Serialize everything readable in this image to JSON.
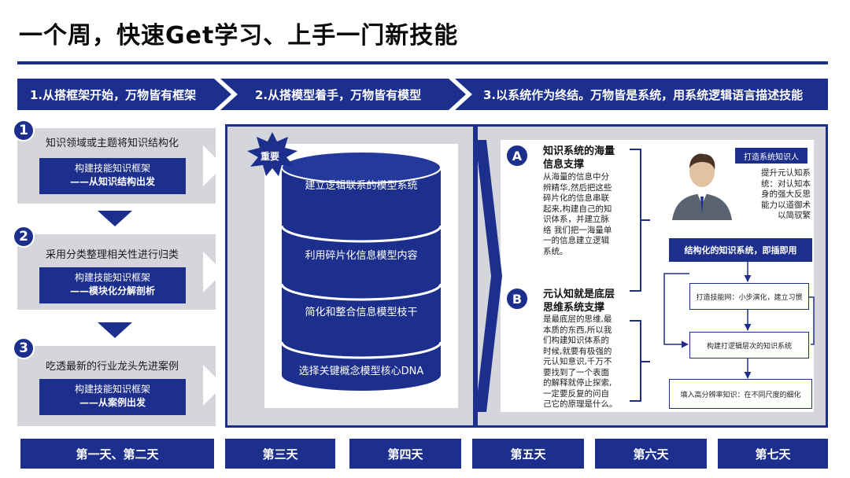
{
  "title": "一个周，快速Get学习、上手一门新技能",
  "phases": [
    "1.从搭框架开始，万物皆有框架",
    "2.从搭模型着手，万物皆有模型",
    "3.以系统作为终结。万物皆是系统，用系统逻辑语言描述技能"
  ],
  "steps": [
    {
      "num": "1",
      "text": "知识领域或主题将知识结构化",
      "box_line1": "构建技能知识框架",
      "box_line2": "——从知识结构出发"
    },
    {
      "num": "2",
      "text": "采用分类整理相关性进行归类",
      "box_line1": "构建技能知识框架",
      "box_line2": "——模块化分解剖析"
    },
    {
      "num": "3",
      "text": "吃透最新的行业龙头先进案例",
      "box_line1": "构建技能知识框架",
      "box_line2": "——从案例出发"
    }
  ],
  "model": {
    "badge": "重要",
    "items": [
      "建立逻辑联系的模型系统",
      "利用碎片化信息模型内容",
      "简化和整合信息模型枝干",
      "选择关键概念模型核心DNA"
    ]
  },
  "system": {
    "a": {
      "letter": "A",
      "heading_line1": "知识系统的海量",
      "heading_line2": "信息支撑",
      "body": [
        "从海量的信息中分",
        "辨精华,然后把这些",
        "碎片化的信息串联",
        "起来,构建自己的知",
        "识体系，并建立脉",
        "络 我们把一海量单",
        "一的信息建立逻辑",
        "系统。"
      ]
    },
    "b": {
      "letter": "B",
      "heading_line1": "元认知就是底层",
      "heading_line2": "思维系统支撑",
      "body": [
        "是最底层的思维,最",
        "本质的东西,所以我",
        "们构建知识体系的",
        "时候,就要有极强的",
        "元认知意识,千万不",
        "要找到了一个表面",
        "的解释就停止探索,",
        "一定要反复的问自",
        "己它的原理是什么。"
      ]
    }
  },
  "flow": {
    "person_label": "打造系统知识人",
    "person_desc": [
      "提升元认知系",
      "统：对认知本",
      "身的强大反思",
      "能力以道御术",
      "以简驭繁"
    ],
    "structured": "结构化的知识系统，即插即用",
    "step1": "打造技能网：小步演化，建立习惯",
    "step2": "构建打逻辑层次的知识系统",
    "step3": "填入高分辨率知识：在不同尺度的细化"
  },
  "days": [
    "第一天、第二天",
    "第三天",
    "第四天",
    "第五天",
    "第六天",
    "第七天"
  ]
}
